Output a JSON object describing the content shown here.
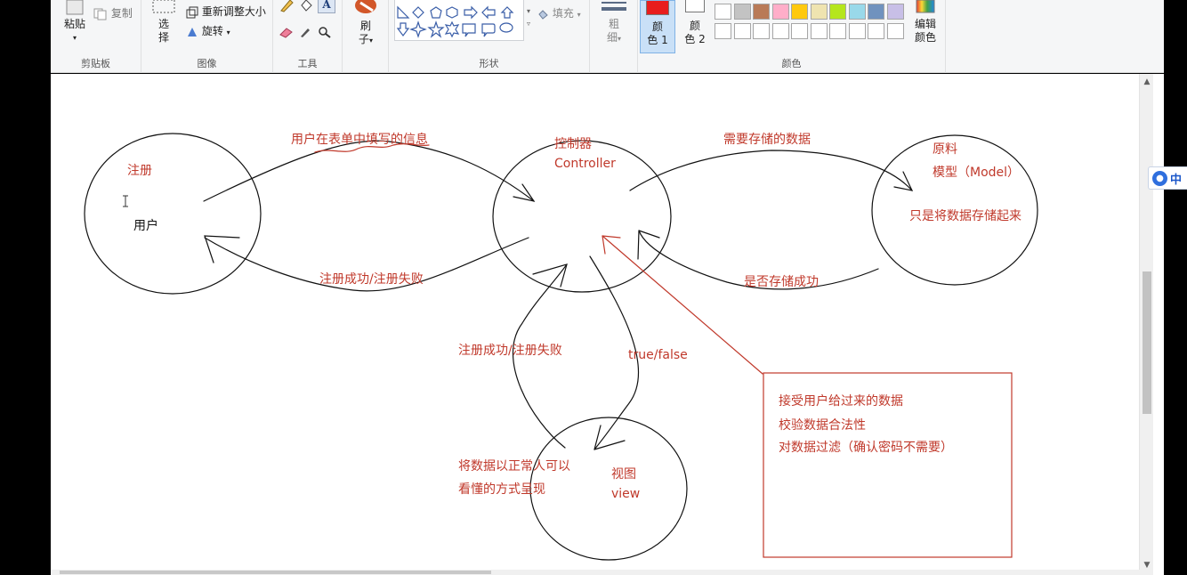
{
  "ribbon": {
    "clipboard": {
      "paste_label": "粘贴",
      "copy_label": "复制",
      "group_label": "剪贴板"
    },
    "image": {
      "select_label_1": "选",
      "select_label_2": "择",
      "resize_label": "重新调整大小",
      "rotate_label": "旋转",
      "group_label": "图像"
    },
    "tools": {
      "text_tool": "A",
      "group_label": "工具"
    },
    "brushes": {
      "label_1": "刷",
      "label_2": "子"
    },
    "shapes": {
      "fill_label": "填充",
      "group_label": "形状"
    },
    "size": {
      "label_1": "粗",
      "label_2": "细"
    },
    "colors": {
      "color1_label_1": "颜",
      "color1_label_2": "色 1",
      "color2_label_1": "颜",
      "color2_label_2": "色 2",
      "edit_label_1": "编辑",
      "edit_label_2": "颜色",
      "group_label": "颜色",
      "color1_value": "#e81d1d",
      "color2_value": "#ffffff",
      "palette_row1": [
        "#ffffff",
        "#c3c3c3",
        "#b97a57",
        "#ffaec9",
        "#ffc90e",
        "#efe4b0",
        "#b5e61d",
        "#99d9ea",
        "#7092be",
        "#c8bfe7"
      ],
      "palette_row2": [
        "#ffffff",
        "#ffffff",
        "#ffffff",
        "#ffffff",
        "#ffffff",
        "#ffffff",
        "#ffffff",
        "#ffffff",
        "#ffffff",
        "#ffffff"
      ]
    }
  },
  "ime": {
    "label": "中"
  },
  "diagram": {
    "user_circle": {
      "tag": "注册",
      "name": "用户"
    },
    "controller_circle": {
      "name_cn": "控制器",
      "name_en": "Controller"
    },
    "model_circle": {
      "line1": "原料",
      "line2": "模型（Model）",
      "line3": "只是将数据存储起来"
    },
    "view_circle": {
      "name_cn": "视图",
      "name_en": "view"
    },
    "edges": {
      "user_to_controller": "用户在表单中填写的信息",
      "controller_to_user": "注册成功/注册失败",
      "controller_to_model": "需要存储的数据",
      "model_to_controller": "是否存储成功",
      "controller_to_view": "true/false",
      "view_to_controller": "注册成功/注册失败",
      "view_desc_line1": "将数据以正常人可以",
      "view_desc_line2": "看懂的方式呈现"
    },
    "note": {
      "line1": "接受用户给过来的数据",
      "line2": "校验数据合法性",
      "line3": "对数据过滤（确认密码不需要）"
    },
    "colors": {
      "ink": "#111111",
      "accent": "#c0392b"
    }
  }
}
